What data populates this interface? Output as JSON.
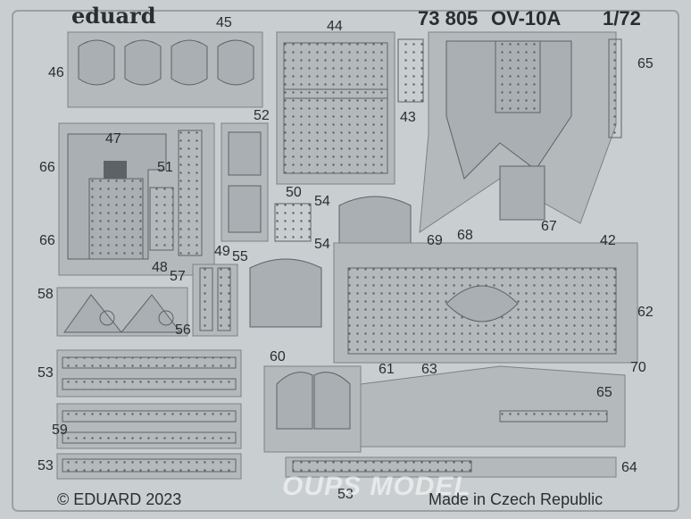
{
  "header": {
    "brand": "eduard",
    "set_number": "73 805",
    "model": "OV-10A",
    "scale": "1/72"
  },
  "footer": {
    "copyright": "© EDUARD 2023",
    "origin": "Made in Czech Republic"
  },
  "watermark": "OUPS MODEL",
  "part_labels": [
    "42",
    "43",
    "44",
    "45",
    "46",
    "47",
    "48",
    "49",
    "50",
    "51",
    "52",
    "53",
    "53",
    "53",
    "54",
    "54",
    "55",
    "56",
    "57",
    "58",
    "59",
    "60",
    "61",
    "62",
    "63",
    "64",
    "65",
    "65",
    "66",
    "66",
    "67",
    "68",
    "69",
    "70"
  ],
  "colors": {
    "fret_background": "#c9ced0",
    "part_fill": "#a9afb3",
    "part_stroke": "#6f767a",
    "text": "#2a2e31"
  }
}
